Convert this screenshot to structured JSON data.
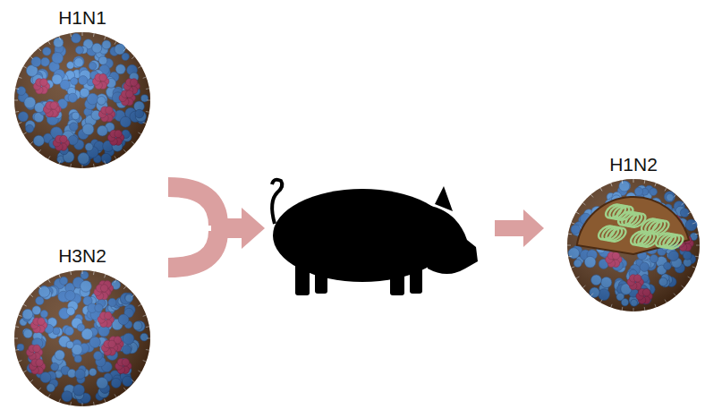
{
  "diagram": {
    "nodes": [
      {
        "text": [
          "H1N1"
        ]
      },
      {
        "text": [
          "H3N2"
        ]
      },
      {
        "text": [
          "H1N2"
        ]
      }
    ]
  }
}
